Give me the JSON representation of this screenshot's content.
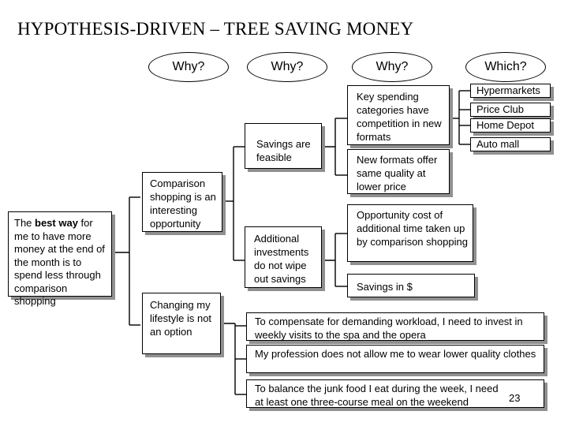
{
  "title": "HYPOTHESIS-DRIVEN – TREE SAVING MONEY",
  "headers": [
    "Why?",
    "Why?",
    "Why?",
    "Which?"
  ],
  "root": {
    "before": "The ",
    "bold": "best way",
    "after": " for me to have more money at the end of the month is to spend less through comparison shopping"
  },
  "level1": [
    "Comparison shopping is an interesting opportunity",
    "Changing my lifestyle is not an option"
  ],
  "level2": [
    "Savings are feasible",
    "Additional investments do not wipe out savings"
  ],
  "level3": [
    "Key spending categories have competition in new formats",
    "New formats offer same quality at lower price",
    "Opportunity cost of additional time taken up by comparison shopping",
    "Savings in $"
  ],
  "which": [
    "Hypermarkets",
    "Price Club",
    "Home Depot",
    "Auto mall"
  ],
  "lifestyle": [
    "To compensate for demanding workload, I need to invest in weekly visits to the spa and the opera",
    "My profession does not allow me to wear lower quality clothes",
    "To balance the junk food I eat during the week, I need at least one three-course meal on the weekend"
  ],
  "page_number": "23"
}
